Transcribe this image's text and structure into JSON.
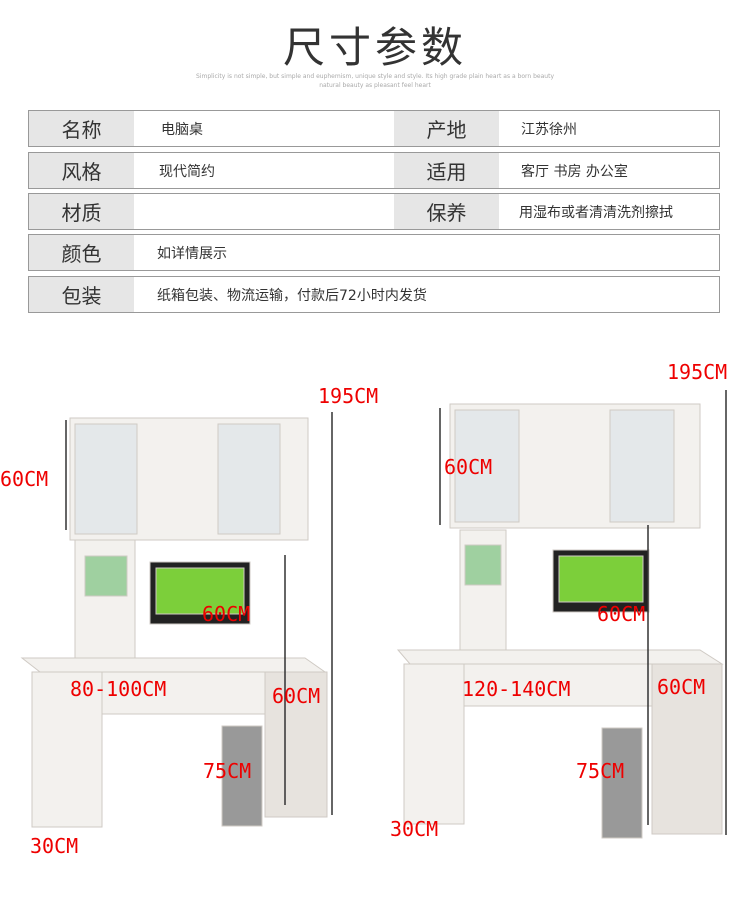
{
  "title": "尺寸参数",
  "subtitle": [
    "Simplicity is not simple, but simple and euphemism, unique style and style. Its high grade plain heart as a born beauty",
    "natural beauty as pleasant feel heart"
  ],
  "specs": [
    {
      "label": "名称",
      "value": "电脑桌",
      "label2": "产地",
      "value2": "江苏徐州"
    },
    {
      "label": "风格",
      "value": "现代简约",
      "label2": "适用",
      "value2": "客厅 书房 办公室"
    },
    {
      "label": "材质",
      "value": "",
      "label2": "保养",
      "value2": "用湿布或者清清洗剂擦拭"
    },
    {
      "label": "颜色",
      "value": "如详情展示"
    },
    {
      "label": "包装",
      "value": "纸箱包装、物流运输，付款后72小时内发货"
    }
  ],
  "desk_small": {
    "height": "195CM",
    "top_height": "60CM",
    "riser": "60CM",
    "width": "80-100CM",
    "depth_side": "60CM",
    "desk_height": "75CM",
    "depth": "30CM"
  },
  "desk_large": {
    "height": "195CM",
    "top_height": "60CM",
    "riser": "60CM",
    "width": "120-140CM",
    "depth_side": "60CM",
    "desk_height": "75CM",
    "depth": "30CM"
  }
}
